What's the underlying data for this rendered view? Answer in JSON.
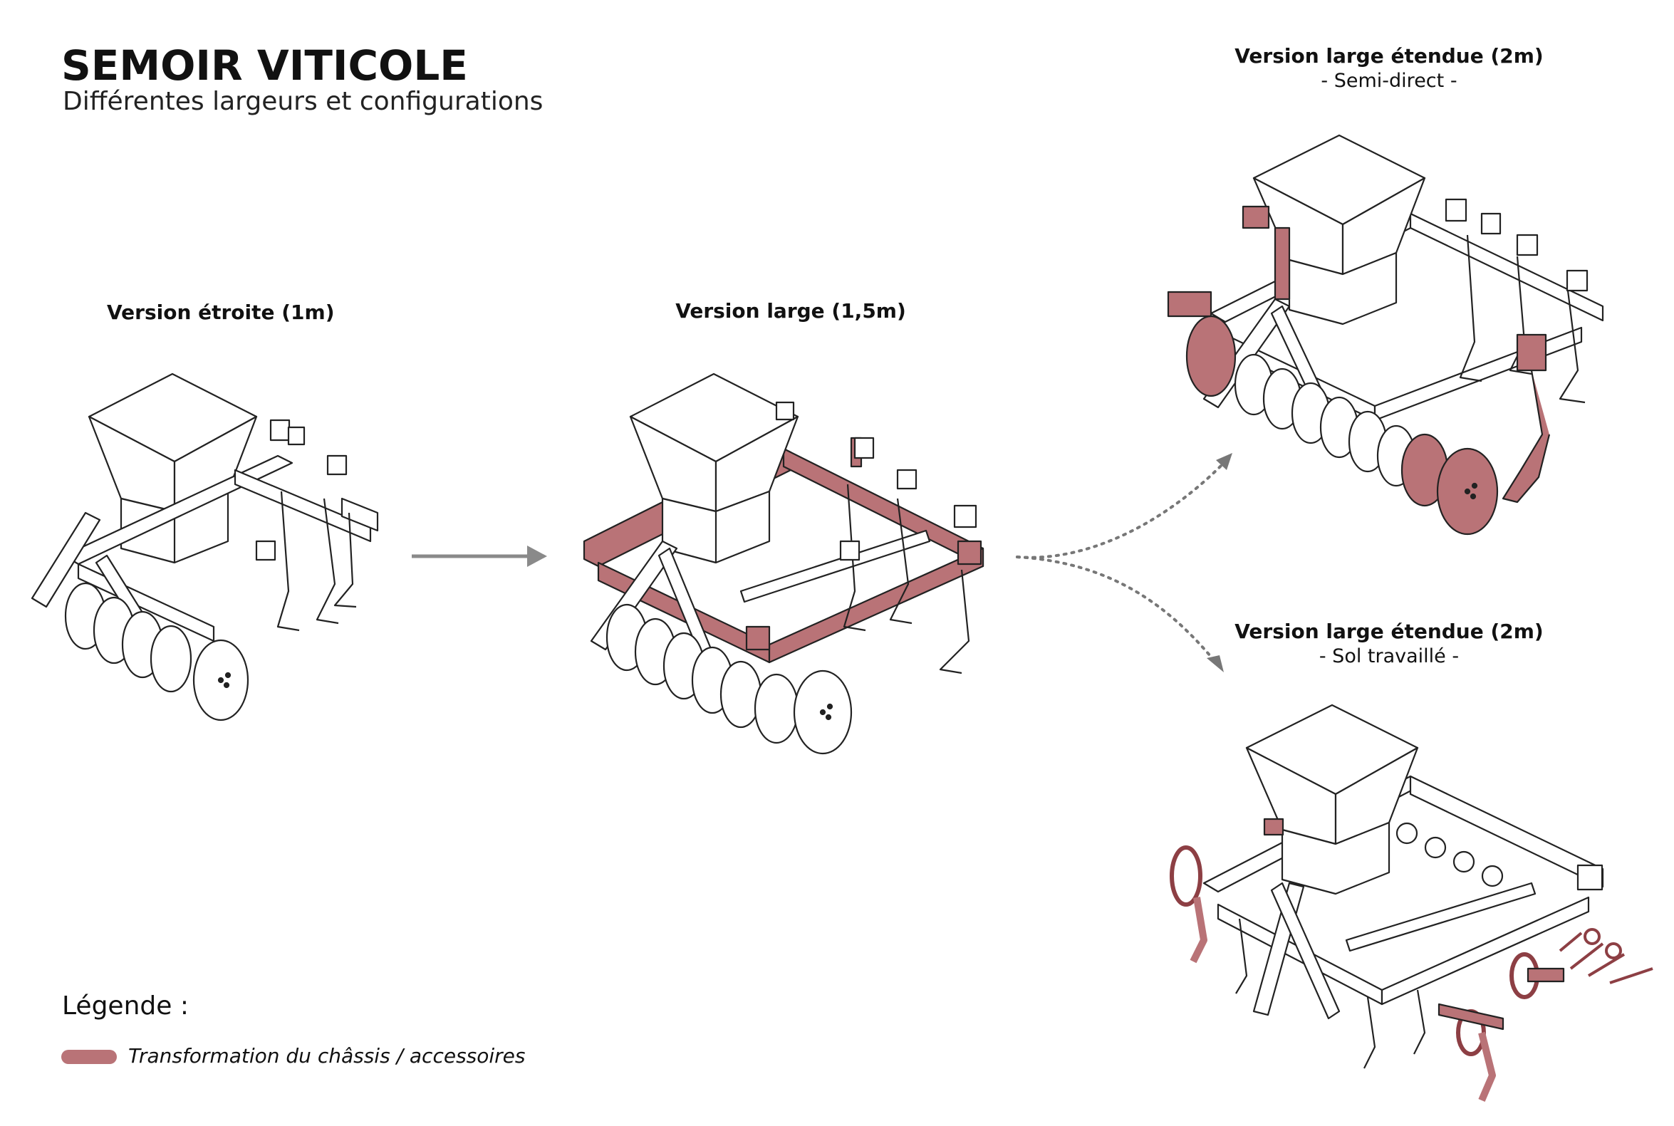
{
  "header": {
    "title": "SEMOIR VITICOLE",
    "subtitle": "Différentes largeurs et configurations"
  },
  "versions": {
    "narrow": {
      "label": "Version étroite (1m)"
    },
    "wide": {
      "label": "Version large (1,5m)"
    },
    "extended_direct": {
      "label": "Version large étendue (2m)",
      "sublabel": "- Semi-direct -"
    },
    "extended_tilled": {
      "label": "Version large étendue (2m)",
      "sublabel": "- Sol travaillé -"
    }
  },
  "legend": {
    "title": "Légende :",
    "item_label": "Transformation du châssis / accessoires"
  },
  "colors": {
    "highlight": "#b97377",
    "line": "#222222",
    "arrow": "#8a8a8a"
  }
}
